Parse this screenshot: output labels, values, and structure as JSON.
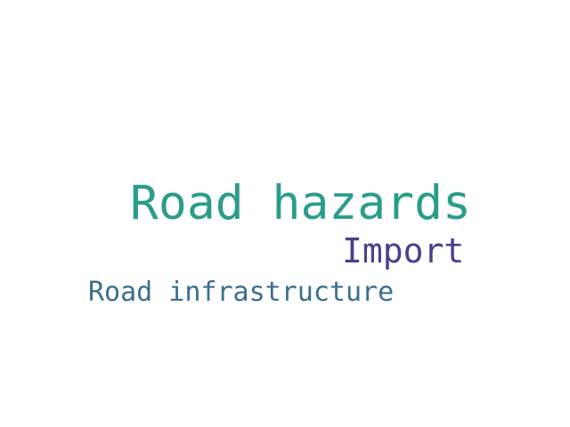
{
  "word_cloud": {
    "words": [
      {
        "text": "Road hazards",
        "color": "#2a9d8a"
      },
      {
        "text": "Import",
        "color": "#4a3f8c"
      },
      {
        "text": "Road infrastructure",
        "color": "#3a6f8f"
      }
    ]
  }
}
